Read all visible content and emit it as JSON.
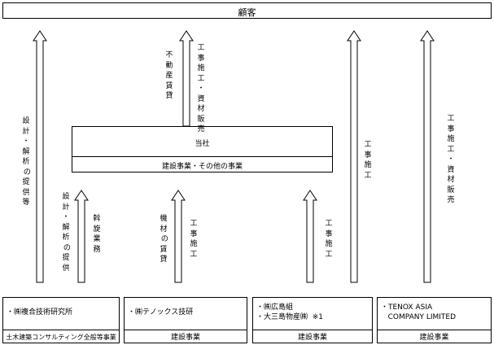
{
  "customer": "顧客",
  "company": {
    "name": "当社",
    "business": "建設事業・その他の事業"
  },
  "arrow_labels": {
    "design_analysis_to_customer": "設\n計\n・\n解\n析\n の\n提\n供\n等",
    "design_analysis_to_company": "設\n計\n・\n解\n析\n の\n提\n供",
    "agency": "斡\n旋\n業\n務",
    "real_estate": "不\n動\n産\n賃\n貸",
    "construction_materials_sales": "工\n事\n施\n工\n・\n資\n材\n販\n売",
    "equipment_lease": "機\n材\n の\n賃\n貸",
    "construction_tenox": "工\n事\n施\n工",
    "construction_hirashima": "工\n事\n施\n工",
    "construction_right": "工\n事\n施\n工",
    "construction_materials_asia": "工\n事\n施\n工\n・\n資\n材\n販\n売"
  },
  "subsidiaries": [
    {
      "name": "・㈱複合技術研究所",
      "segment": "土木建築コンサルティング全般等事業"
    },
    {
      "name": "・㈱テノックス技研",
      "segment": "建設事業"
    },
    {
      "name": "・㈱広島組\n・大三島物産㈱  ※1",
      "segment": "建設事業"
    },
    {
      "name": "・TENOX ASIA\n   COMPANY LIMITED",
      "segment": "建設事業"
    }
  ]
}
